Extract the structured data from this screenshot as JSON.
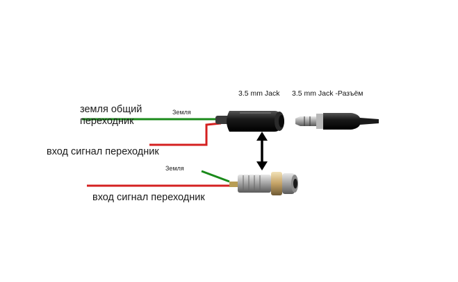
{
  "labels": {
    "ground_common_line1": "земля общий",
    "ground_common_line2": "переходник",
    "signal_in_top": "вход сигнал переходник",
    "signal_in_bottom": "вход сигнал переходник",
    "ground_small_top": "Земля",
    "ground_small_bottom": "Земля",
    "jack_socket": "3.5  mm Jack",
    "jack_plug": "3.5 mm Jack -Разъём"
  },
  "colors": {
    "ground_wire": "#1a8a1a",
    "signal_wire": "#d42020",
    "cable": "#151515",
    "arrow": "#000000",
    "metal": "#9a9a9a"
  }
}
